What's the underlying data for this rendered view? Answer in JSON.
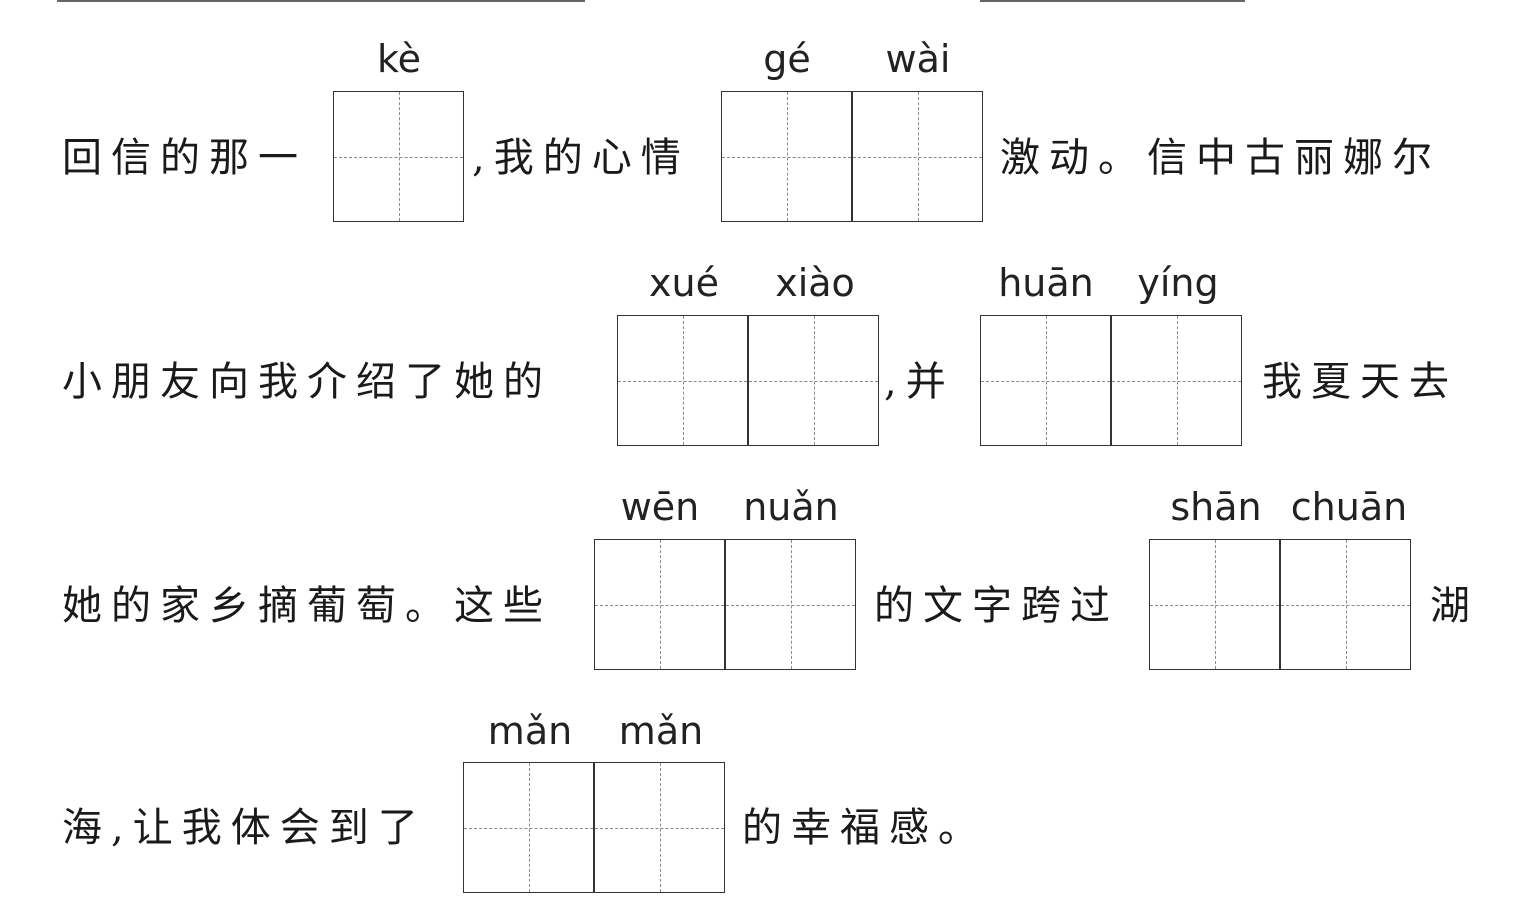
{
  "lines": {
    "l1": {
      "a": "回信的那一",
      "b": ",我的心情",
      "c": "激动。信中古丽娜尔"
    },
    "l2": {
      "a": "小朋友向我介绍了她的",
      "b": ",并",
      "c": "我夏天去"
    },
    "l3": {
      "a": "她的家乡摘葡萄。这些",
      "b": "的文字跨过",
      "c": "湖"
    },
    "l4": {
      "a": "海,让我体会到了",
      "b": "的幸福感。"
    }
  },
  "pinyin": {
    "ke": "kè",
    "ge": "gé",
    "wai": "wài",
    "xue": "xué",
    "xiao": "xiào",
    "huan": "huān",
    "ying": "yíng",
    "wen": "wēn",
    "nuan": "nuǎn",
    "shan": "shān",
    "chuan": "chuān",
    "man1": "mǎn",
    "man2": "mǎn"
  }
}
